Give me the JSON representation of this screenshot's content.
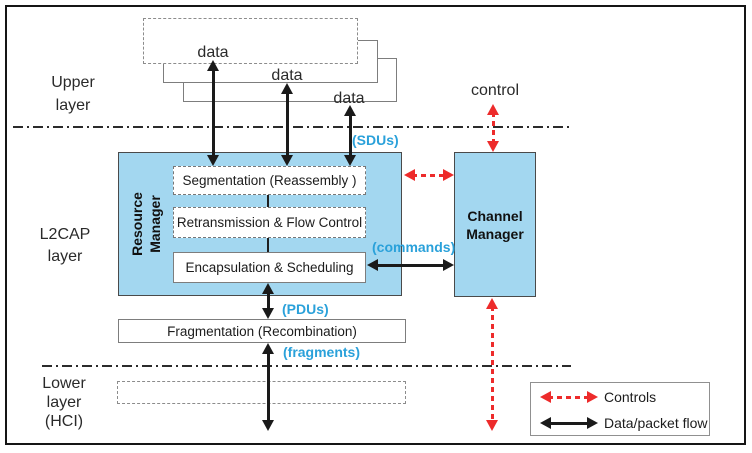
{
  "colors": {
    "box_fill": "#A3D7F0",
    "flow_label_blue": "#2AA1DA",
    "controls_red": "#ED2B2B"
  },
  "upper_layer": {
    "label_lines": [
      "Upper",
      "layer"
    ],
    "data_boxes": [
      "data",
      "data",
      "data"
    ],
    "control_label": "control"
  },
  "l2cap_layer": {
    "label_lines": [
      "L2CAP",
      "layer"
    ],
    "resource_manager": {
      "title_lines": [
        "Resource",
        "Manager"
      ],
      "modules": [
        "Segmentation (Reassembly )",
        "Retransmission & Flow Control",
        "Encapsulation & Scheduling"
      ]
    },
    "channel_manager": {
      "title_lines": [
        "Channel",
        "Manager"
      ]
    },
    "fragmentation_label": "Fragmentation (Recombination)",
    "flow_labels": {
      "sdus": "(SDUs)",
      "commands": "(commands)",
      "pdus": "(PDUs)",
      "fragments": "(fragments)"
    }
  },
  "lower_layer": {
    "label_lines": [
      "Lower",
      "layer",
      "(HCI)"
    ]
  },
  "legend": {
    "controls": "Controls",
    "data_packet_flow": "Data/packet flow"
  }
}
